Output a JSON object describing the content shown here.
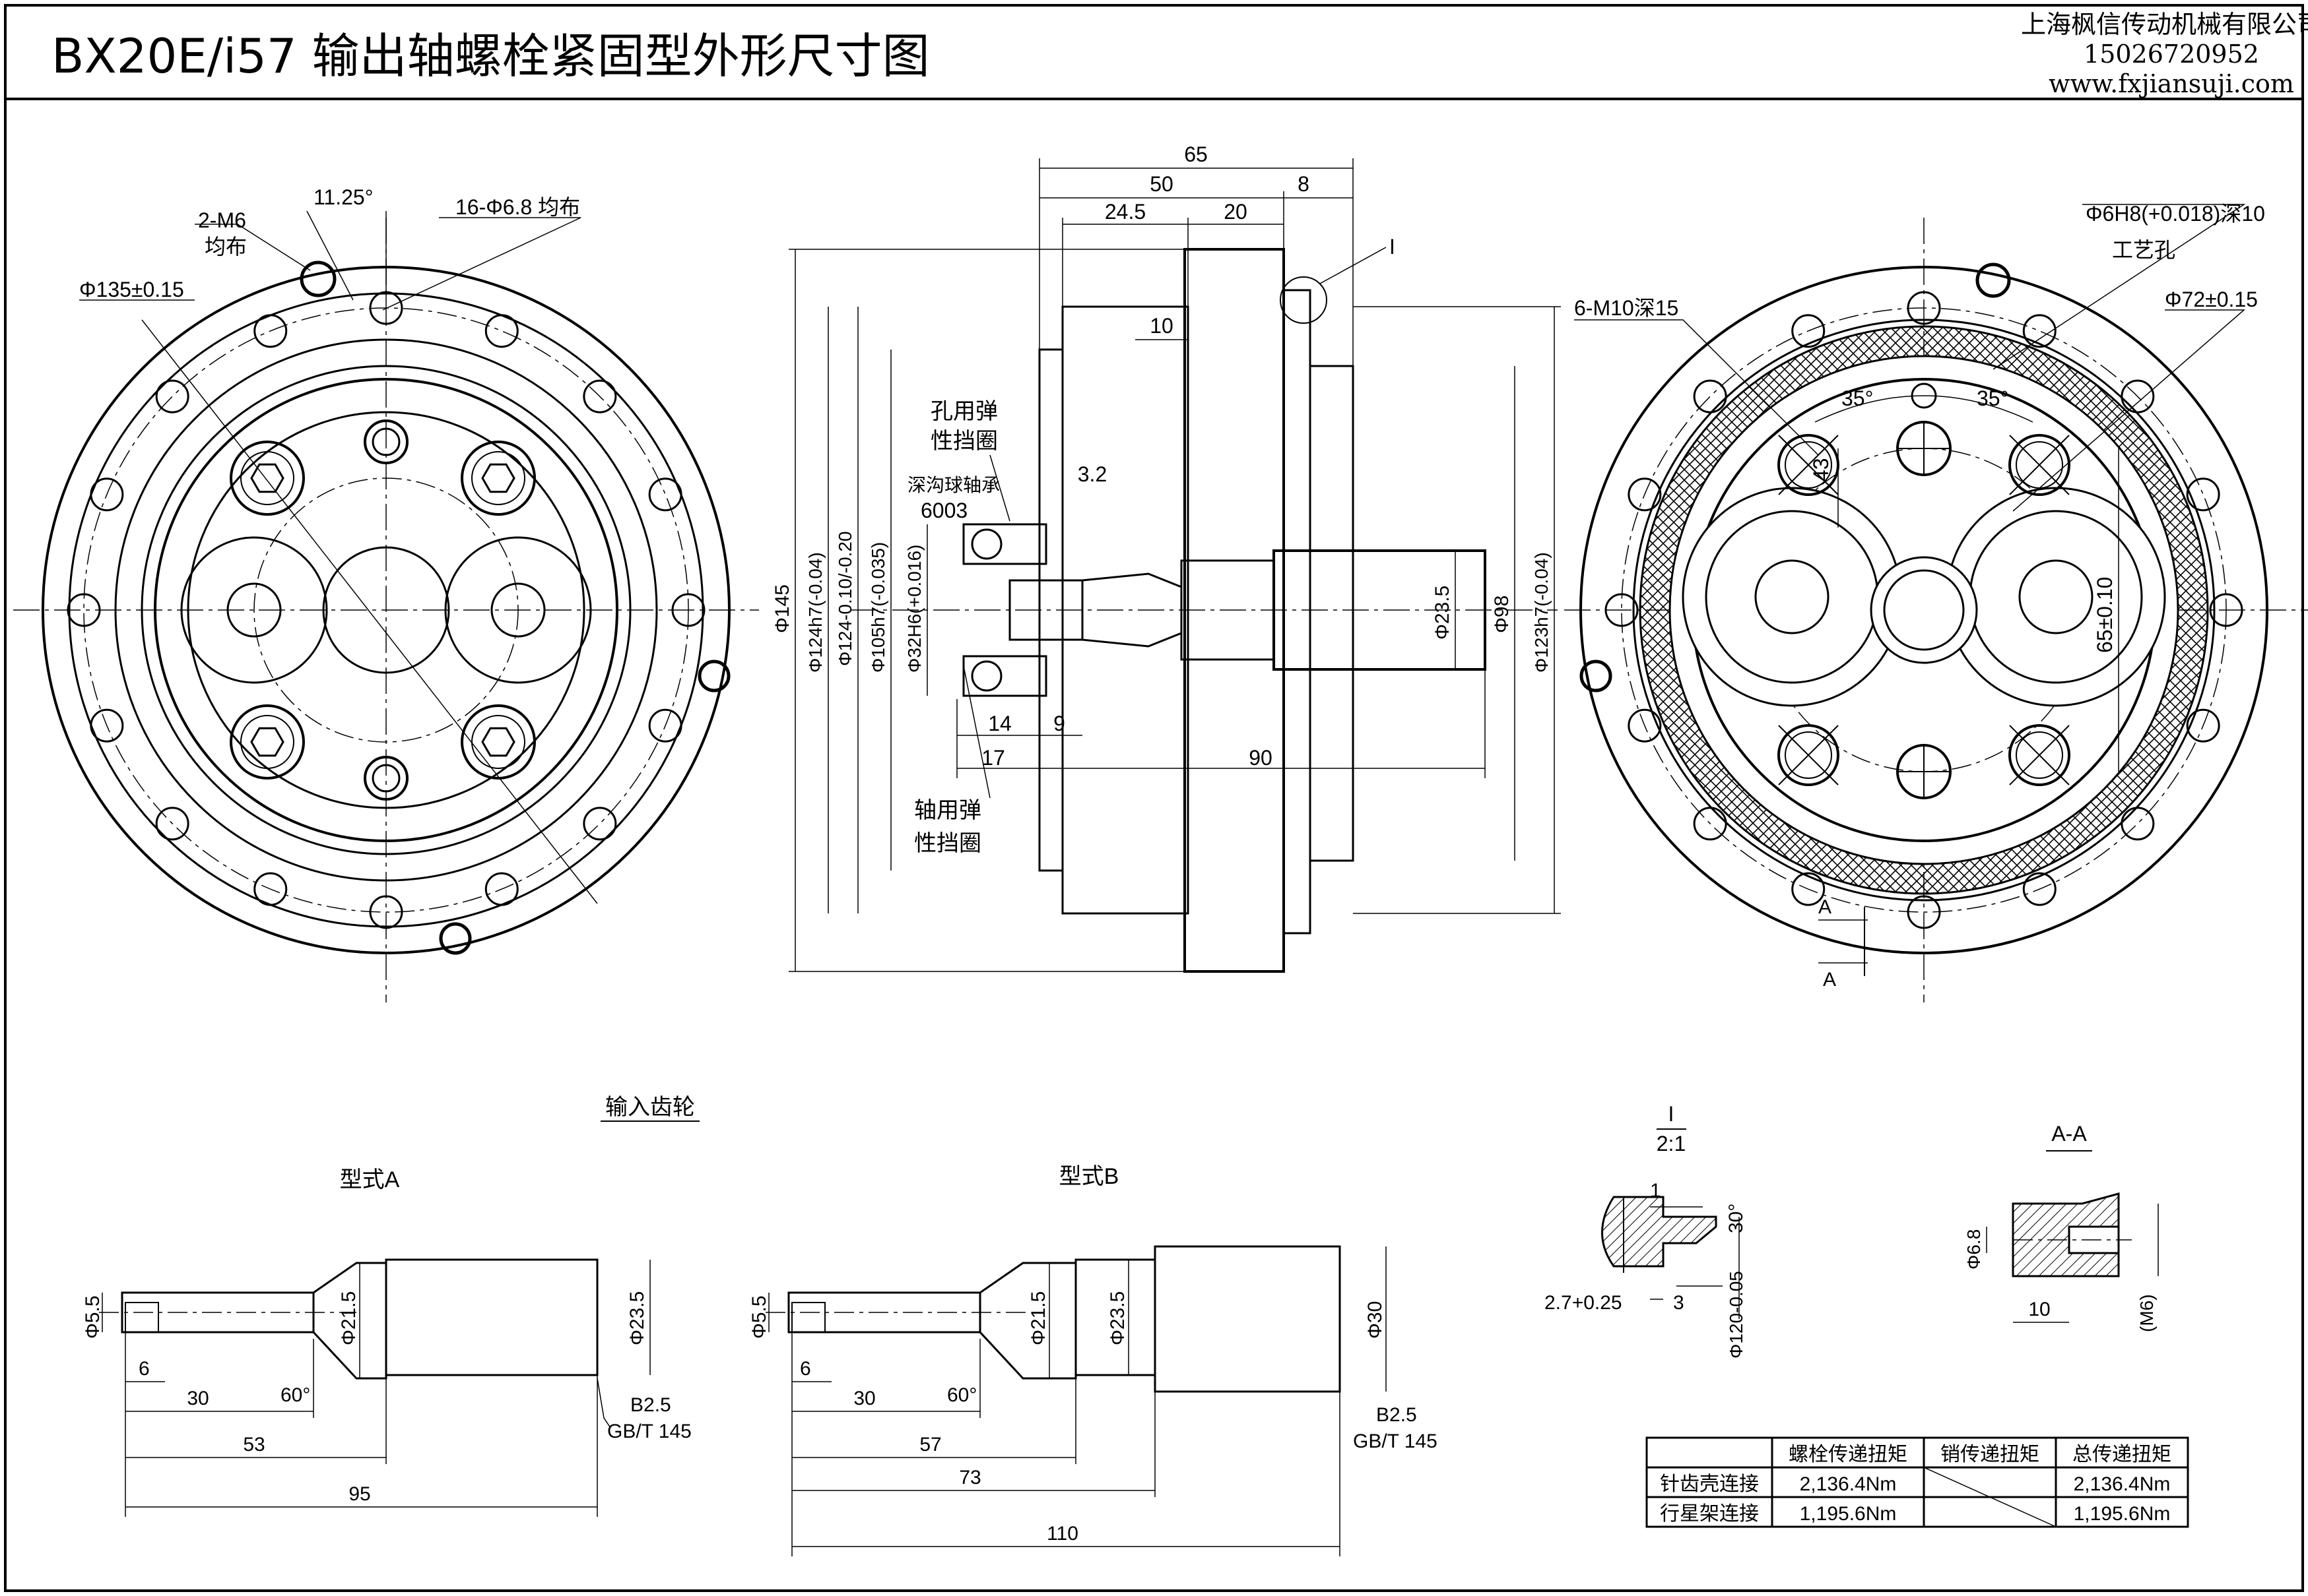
{
  "header": {
    "title": "BX20E/i57  输出轴螺栓紧固型外形尺寸图",
    "company": "上海枫信传动机械有限公司",
    "phone": "15026720952",
    "website": "www.fxjiansuji.com"
  },
  "front_view": {
    "label_2m6": "2-M6",
    "label_junbu": "均布",
    "angle": "11.25°",
    "holes": "16-Φ6.8 均布",
    "pcd": "Φ135±0.15"
  },
  "section_view": {
    "dim_65": "65",
    "dim_50": "50",
    "dim_8": "8",
    "dim_24_5": "24.5",
    "dim_20": "20",
    "dim_10": "10",
    "dim_3_2": "3.2",
    "dim_14": "14",
    "dim_9": "9",
    "dim_17": "17",
    "dim_90": "90",
    "detail_mark": "I",
    "hole_circlip_1": "孔用弹",
    "hole_circlip_2": "性挡圈",
    "bearing_1": "深沟球轴承",
    "bearing_2": "6003",
    "shaft_circlip_1": "轴用弹",
    "shaft_circlip_2": "性挡圈",
    "d145": "Φ145",
    "d124h7": "Φ124h7(-0.04)",
    "d124": "Φ124-0.10/-0.20",
    "d105h7": "Φ105h7(-0.035)",
    "d32h6": "Φ32H6(+0.016)",
    "d23_5": "Φ23.5",
    "d98": "Φ98",
    "d123h7": "Φ123h7(-0.04)"
  },
  "rear_view": {
    "pin_hole": "Φ6H8(+0.018)深10",
    "process_hole": "工艺孔",
    "pcd72": "Φ72±0.15",
    "tapped": "6-M10深15",
    "angle_left": "35°",
    "angle_right": "35°",
    "dim_43": "43",
    "dim_65": "65±0.10",
    "section_mark": "A"
  },
  "input_gear": {
    "caption": "输入齿轮",
    "type_a": {
      "label": "型式A",
      "d5_5": "Φ5.5",
      "d21_5": "Φ21.5",
      "d23_5": "Φ23.5",
      "dim_6": "6",
      "dim_30": "30",
      "dim_53": "53",
      "dim_95": "95",
      "angle": "60°",
      "b2_5": "B2.5",
      "std": "GB/T 145"
    },
    "type_b": {
      "label": "型式B",
      "d5_5": "Φ5.5",
      "d21_5": "Φ21.5",
      "d23_5": "Φ23.5",
      "d30": "Φ30",
      "dim_6": "6",
      "dim_30": "30",
      "dim_57": "57",
      "dim_73": "73",
      "dim_110": "110",
      "angle": "60°",
      "b2_5": "B2.5",
      "std": "GB/T 145"
    }
  },
  "detail_i": {
    "mark": "I",
    "scale": "2:1",
    "dim_1": "1",
    "angle": "30°",
    "dim_2_7": "2.7+0.25",
    "dim_3": "3",
    "d120": "Φ120-0.05"
  },
  "section_aa": {
    "label": "A-A",
    "d6_8": "Φ6.8",
    "dim_10": "10",
    "m6": "(M6)"
  },
  "torque_table": {
    "headers": [
      "",
      "螺栓传递扭矩",
      "销传递扭矩",
      "总传递扭矩"
    ],
    "rows": [
      [
        "针齿壳连接",
        "2,136.4Nm",
        "",
        "2,136.4Nm"
      ],
      [
        "行星架连接",
        "1,195.6Nm",
        "",
        "1,195.6Nm"
      ]
    ]
  }
}
